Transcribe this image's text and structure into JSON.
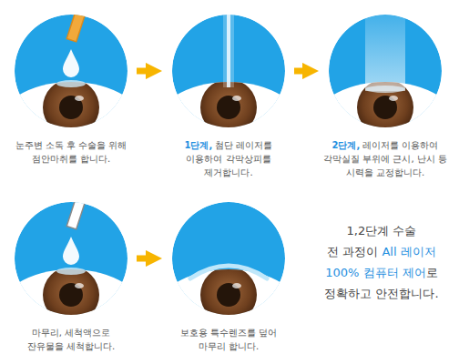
{
  "diagram": {
    "nodes": [
      {
        "text": [
          "눈주변 소독 후 수술을 위해 점안마취를 합니다."
        ]
      },
      {
        "text": [
          "1단계,",
          "첨단 레이저를 이용하여 각막상피를 제거합니다."
        ]
      },
      {
        "text": [
          "2단계,",
          "레이저를 이용하여 각막실질 부위에 근시, 난시 등 시력을 교정합니다."
        ]
      },
      {
        "text": [
          "마무리, 세척액으로 잔유물을 세척합니다."
        ]
      },
      {
        "text": [
          "보호용 특수렌즈를 덮어 마무리 합니다."
        ]
      }
    ],
    "edges": [
      {
        "from": 0,
        "to": 1,
        "arrow": "to"
      },
      {
        "from": 1,
        "to": 2,
        "arrow": "to"
      },
      {
        "from": 3,
        "to": 4,
        "arrow": "to"
      }
    ],
    "labels": [
      "1,2단계 수술",
      "전 과정이",
      "All 레이저",
      "100% 컴퓨터 제어",
      "로",
      "정확하고 안전합니다."
    ]
  }
}
